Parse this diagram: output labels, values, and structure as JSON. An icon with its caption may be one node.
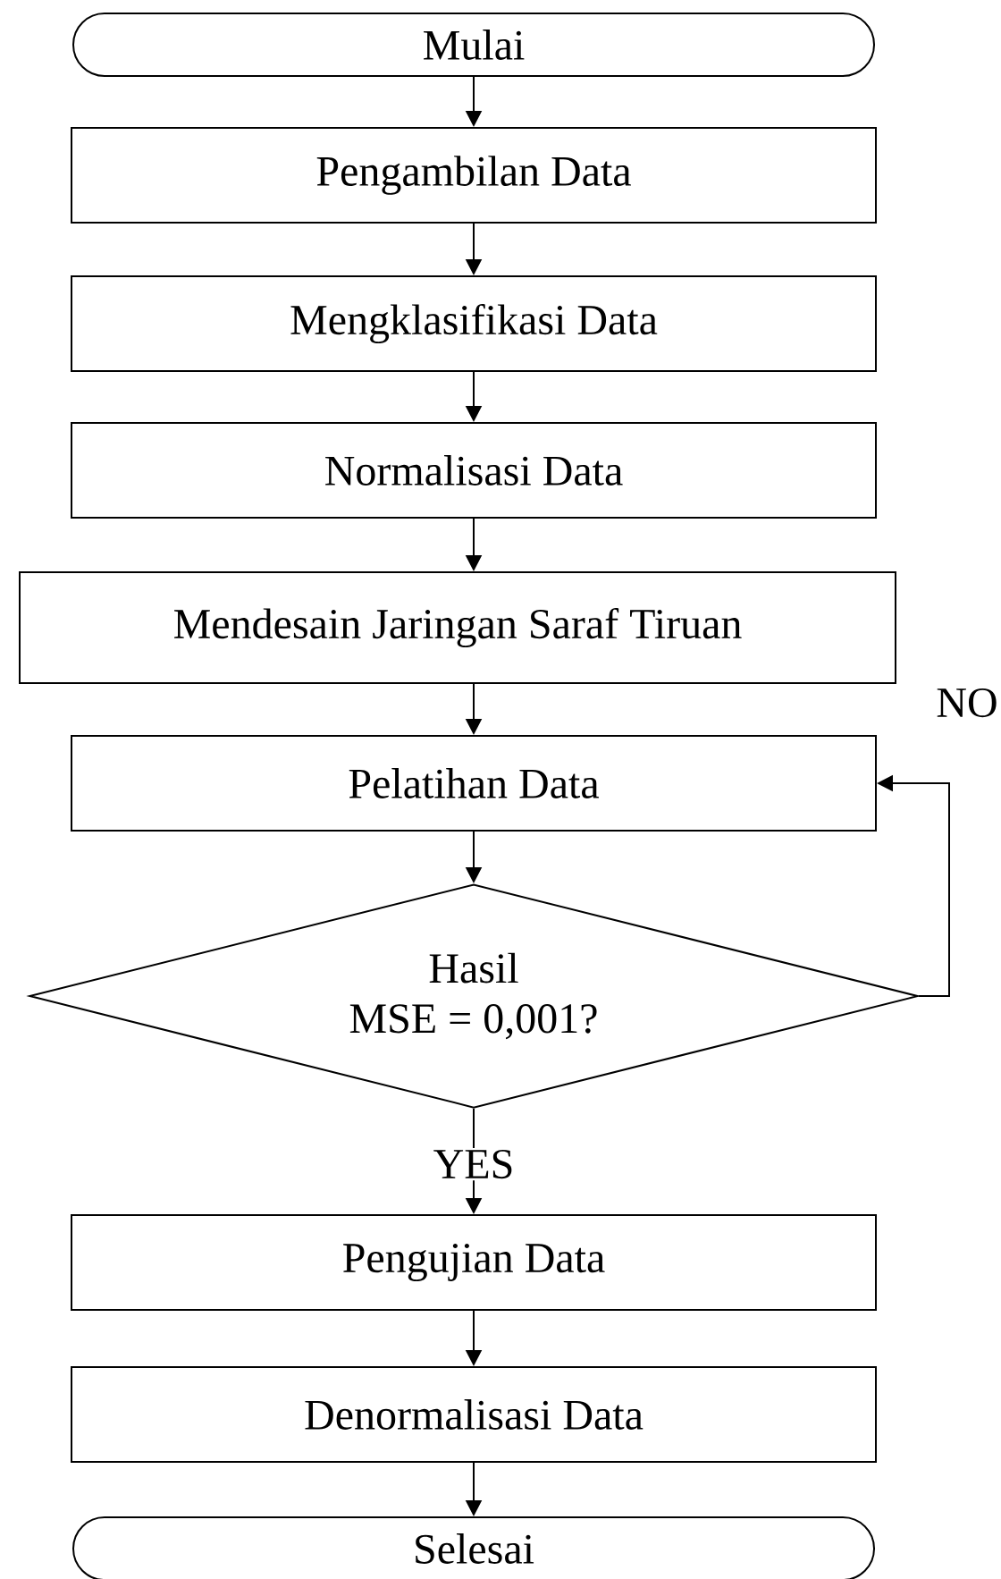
{
  "diagram": {
    "nodes": [
      {
        "text": [
          "Mulai"
        ]
      },
      {
        "text": [
          "Pengambilan Data"
        ]
      },
      {
        "text": [
          "Mengklasifikasi Data"
        ]
      },
      {
        "text": [
          "Normalisasi Data"
        ]
      },
      {
        "text": [
          "Mendesain Jaringan Saraf Tiruan"
        ]
      },
      {
        "text": [
          "Pelatihan Data"
        ]
      },
      {
        "text": [
          "Hasil",
          "MSE = 0,001?"
        ]
      },
      {
        "text": [
          "Pengujian Data"
        ]
      },
      {
        "text": [
          "Denormalisasi  Data"
        ]
      },
      {
        "text": [
          "Selesai"
        ]
      }
    ],
    "edges": [
      {
        "from": 0,
        "to": 1,
        "arrow": "to"
      },
      {
        "from": 1,
        "to": 2,
        "arrow": "to"
      },
      {
        "from": 2,
        "to": 3,
        "arrow": "to"
      },
      {
        "from": 3,
        "to": 4,
        "arrow": "to"
      },
      {
        "from": 4,
        "to": 5,
        "arrow": "to"
      },
      {
        "from": 5,
        "to": 6,
        "arrow": "to"
      },
      {
        "from": 6,
        "to": 5,
        "arrow": "to",
        "label": "NO"
      },
      {
        "from": 6,
        "to": 7,
        "arrow": "to",
        "label": "YES"
      },
      {
        "from": 7,
        "to": 8,
        "arrow": "to"
      },
      {
        "from": 8,
        "to": 9,
        "arrow": "to"
      }
    ]
  }
}
